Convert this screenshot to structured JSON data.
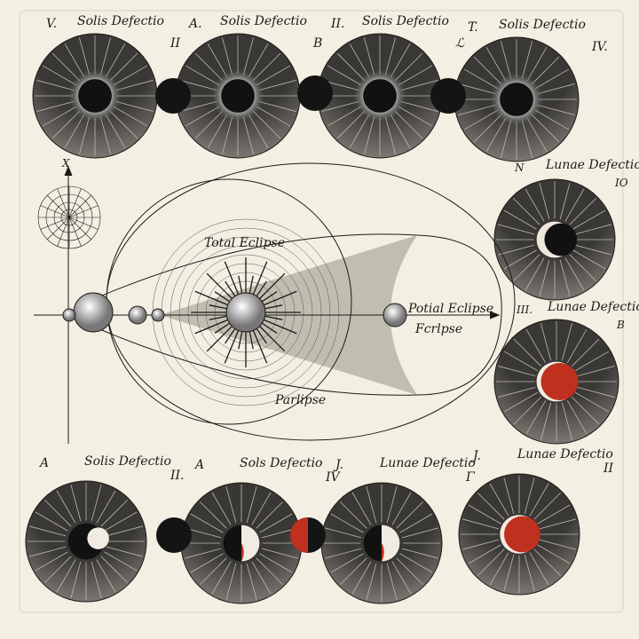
{
  "colors": {
    "paper": "#f3efe3",
    "ink": "#1d1a16",
    "disc": "#3a3835",
    "red": "#c0301e",
    "cone": "#b9b4a8"
  },
  "top_row": [
    {
      "prefix": "V.",
      "title": "Solis Defectio",
      "mark": "II"
    },
    {
      "prefix": "A.",
      "title": "Solis Defectio",
      "mark": "B"
    },
    {
      "prefix": "II.",
      "title": "Solis Defectio",
      "mark": "ℒ"
    },
    {
      "prefix": "T.",
      "title": "Solis Defectio",
      "mark": "IV."
    }
  ],
  "right_col": [
    {
      "prefix": "N",
      "title": "Lunae Defectio",
      "mark": "IO"
    },
    {
      "prefix": "III.",
      "title": "Lunae Defectio",
      "mark": "B"
    }
  ],
  "bottom_row": [
    {
      "prefix": "A",
      "title": "Solis Defectio",
      "mark": "II."
    },
    {
      "prefix": "A",
      "title": "Sols Defectio",
      "mark": "IV"
    },
    {
      "prefix": "J.",
      "title": "Lunae Defectio",
      "mark": "Γ"
    },
    {
      "prefix": "J.",
      "title": "Lunae Defectio",
      "mark": "II"
    }
  ],
  "diagram": {
    "axis_label": "X",
    "total": "Total Eclipse",
    "partial": "Potial Eclipse",
    "fcrlpse": "Fcrlpse",
    "parlipse": "Parlipse"
  }
}
